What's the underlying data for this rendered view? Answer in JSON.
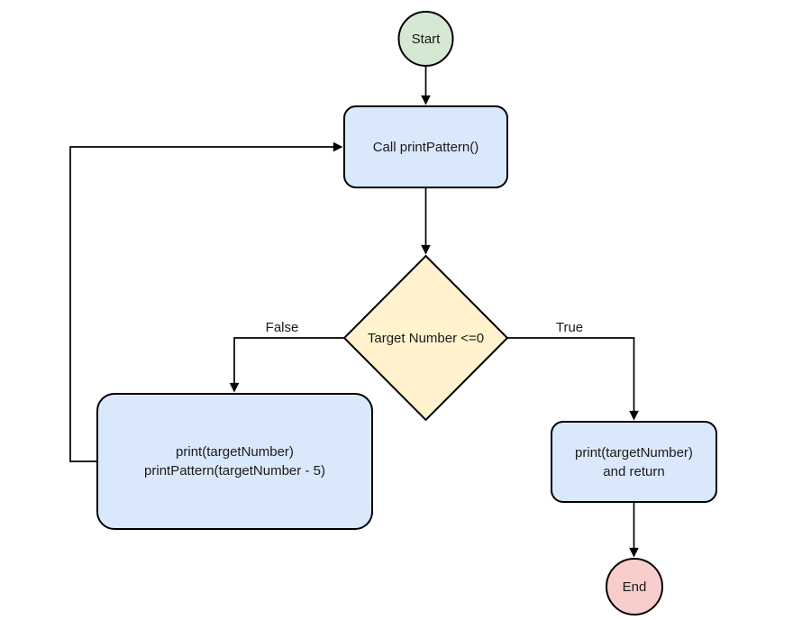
{
  "diagram": {
    "background": "#ffffff",
    "stroke_color": "#000000",
    "text_color": "#1a1a1a",
    "nodes": {
      "start": {
        "shape": "circle",
        "label": "Start",
        "fill": "#d5e8d4"
      },
      "call_print_pattern": {
        "shape": "rounded-rect",
        "label": "Call printPattern()",
        "fill": "#dae8fc"
      },
      "decision": {
        "shape": "diamond",
        "label": "Target Number <=0",
        "fill": "#fff2cc"
      },
      "recursive_case": {
        "shape": "rounded-rect",
        "lines": [
          "print(targetNumber)",
          "printPattern(targetNumber - 5)"
        ],
        "fill": "#dae8fc"
      },
      "base_case": {
        "shape": "rounded-rect",
        "lines": [
          "print(targetNumber)",
          "and return"
        ],
        "fill": "#dae8fc"
      },
      "end": {
        "shape": "circle",
        "label": "End",
        "fill": "#f8cecc"
      }
    },
    "edge_labels": {
      "false": "False",
      "true": "True"
    }
  }
}
